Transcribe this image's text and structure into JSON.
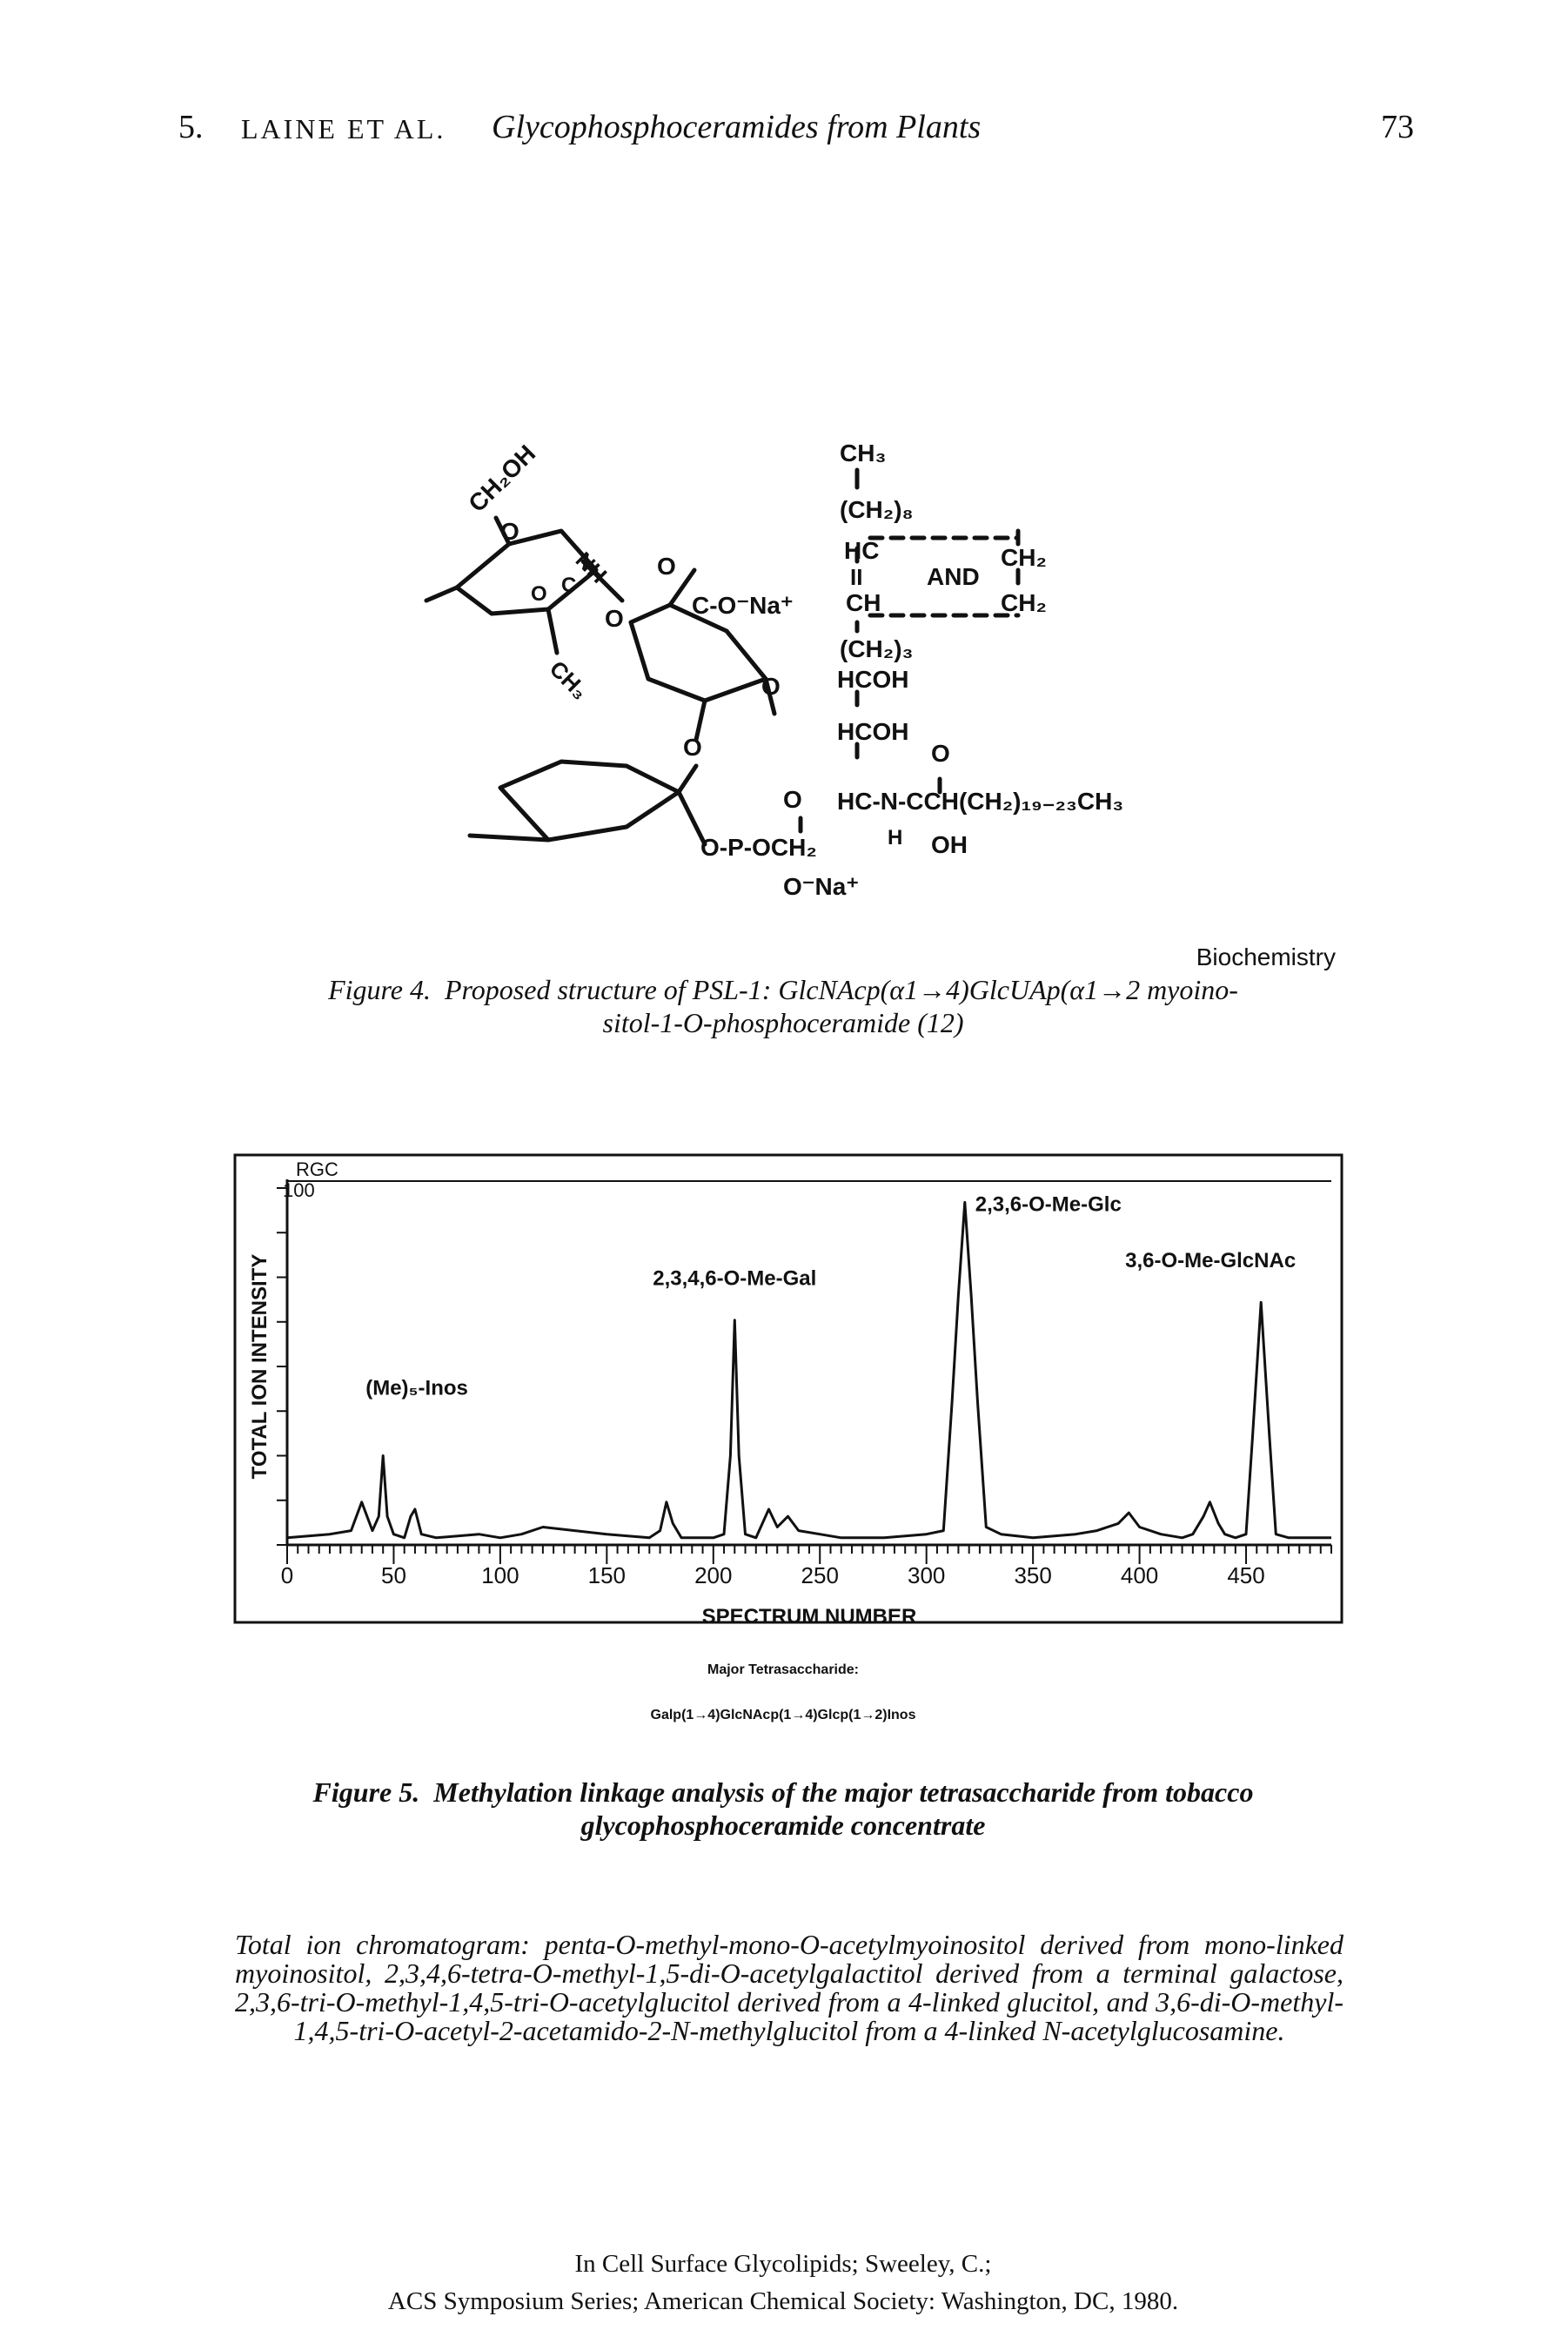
{
  "header": {
    "chapter": "5.",
    "authors": "LAINE ET AL.",
    "title": "Glycophosphoceramides from Plants",
    "page_number": "73"
  },
  "structure": {
    "labels": {
      "ring1_substituent1": "CH₂OH",
      "ring1_substituent2": "NH",
      "ring1_substituent3": "O",
      "ring1_substituent4": "C",
      "ring1_substituent5": "CH₃",
      "ring1_o": "O",
      "link_o": "O",
      "carboxylate_o_dbl": "O",
      "carboxylate": "C-O⁻Na⁺",
      "ring2_o": "O",
      "link_o2": "O",
      "phosphate_o_dbl": "O",
      "phosphate": "O-P-OCH₂",
      "phosphate_neg": "O⁻Na⁺",
      "chain_ch3": "CH₃",
      "chain_ch2_8": "(CH₂)₈",
      "chain_hc": "HC",
      "chain_double": "II",
      "and_label": "AND",
      "chain_ch": "CH",
      "chain_ch2_a": "CH₂",
      "chain_ch2_b": "CH₂",
      "chain_ch2_3": "(CH₂)₃",
      "hcoh_1": "HCOH",
      "hcoh_2": "HCOH",
      "amide": "HC-N-CCH(CH₂)₁₉₋₂₃CH₃",
      "amide_h": "H",
      "amide_o": "O",
      "amide_oh": "OH"
    },
    "credit": "Biochemistry"
  },
  "figure4": {
    "label": "Figure 4.",
    "caption_line1": "Proposed structure of PSL-1: GlcNAcp(α1→4)GlcUAp(α1→2 myoino-",
    "caption_line2": "sitol-1-O-phosphoceramide (12)"
  },
  "chart_data": {
    "type": "line",
    "title": "",
    "xlabel": "SPECTRUM NUMBER",
    "ylabel": "TOTAL ION INTENSITY",
    "corner_label_1": "RGC",
    "corner_label_2": "100",
    "xlim": [
      0,
      490
    ],
    "ylim": [
      0,
      100
    ],
    "x_ticks": [
      "0",
      "50",
      "100",
      "150",
      "200",
      "250",
      "300",
      "350",
      "400",
      "450"
    ],
    "grid": false,
    "peaks": [
      {
        "label": "(Me)₅-Inos",
        "x": 45,
        "y": 25
      },
      {
        "label": "2,3,4,6-O-Me-Gal",
        "x": 210,
        "y": 63
      },
      {
        "label": "2,3,6-O-Me-Glc",
        "x": 318,
        "y": 96
      },
      {
        "label": "3,6-O-Me-GlcNAc",
        "x": 457,
        "y": 68
      }
    ],
    "series": [
      {
        "x": [
          0,
          20,
          30,
          35,
          40,
          43,
          45,
          47,
          50,
          55,
          58,
          60,
          63,
          70,
          90,
          100,
          110,
          120,
          150,
          170,
          175,
          178,
          181,
          185,
          200,
          205,
          208,
          210,
          212,
          215,
          220,
          226,
          230,
          235,
          240,
          250,
          260,
          280,
          300,
          308,
          312,
          315,
          318,
          321,
          324,
          328,
          335,
          350,
          370,
          380,
          390,
          395,
          400,
          410,
          420,
          425,
          430,
          433,
          437,
          440,
          445,
          450,
          453,
          457,
          461,
          464,
          470,
          490
        ],
        "y": [
          2,
          3,
          4,
          12,
          4,
          8,
          25,
          8,
          3,
          2,
          8,
          10,
          3,
          2,
          3,
          2,
          3,
          5,
          3,
          2,
          4,
          12,
          6,
          2,
          2,
          3,
          25,
          63,
          25,
          3,
          2,
          10,
          5,
          8,
          4,
          3,
          2,
          2,
          3,
          4,
          40,
          70,
          96,
          70,
          40,
          5,
          3,
          2,
          3,
          4,
          6,
          9,
          5,
          3,
          2,
          3,
          8,
          12,
          6,
          3,
          2,
          3,
          30,
          68,
          30,
          3,
          2,
          2
        ]
      }
    ]
  },
  "chart_note": {
    "line1": "Major Tetrasaccharide:",
    "line2": "Galp(1→4)GlcNAcp(1→4)Glcp(1→2)Inos"
  },
  "figure5": {
    "label": "Figure 5.",
    "caption_line1": "Methylation linkage analysis of the major tetrasaccharide from tobacco",
    "caption_line2": "glycophosphoceramide concentrate"
  },
  "body": {
    "text": "Total ion chromatogram: penta-O-methyl-mono-O-acetylmyoinositol derived from mono-linked myoinositol, 2,3,4,6-tetra-O-methyl-1,5-di-O-acetylgalactitol derived from a terminal galactose, 2,3,6-tri-O-methyl-1,4,5-tri-O-acetylglucitol derived from a 4-linked glucitol, and 3,6-di-O-methyl-1,4,5-tri-O-acetyl-2-acetamido-2-N-methylglucitol from a 4-linked N-acetylglucosamine."
  },
  "footer": {
    "line1": "In Cell Surface Glycolipids; Sweeley, C.;",
    "line2": "ACS Symposium Series; American Chemical Society: Washington, DC, 1980."
  }
}
